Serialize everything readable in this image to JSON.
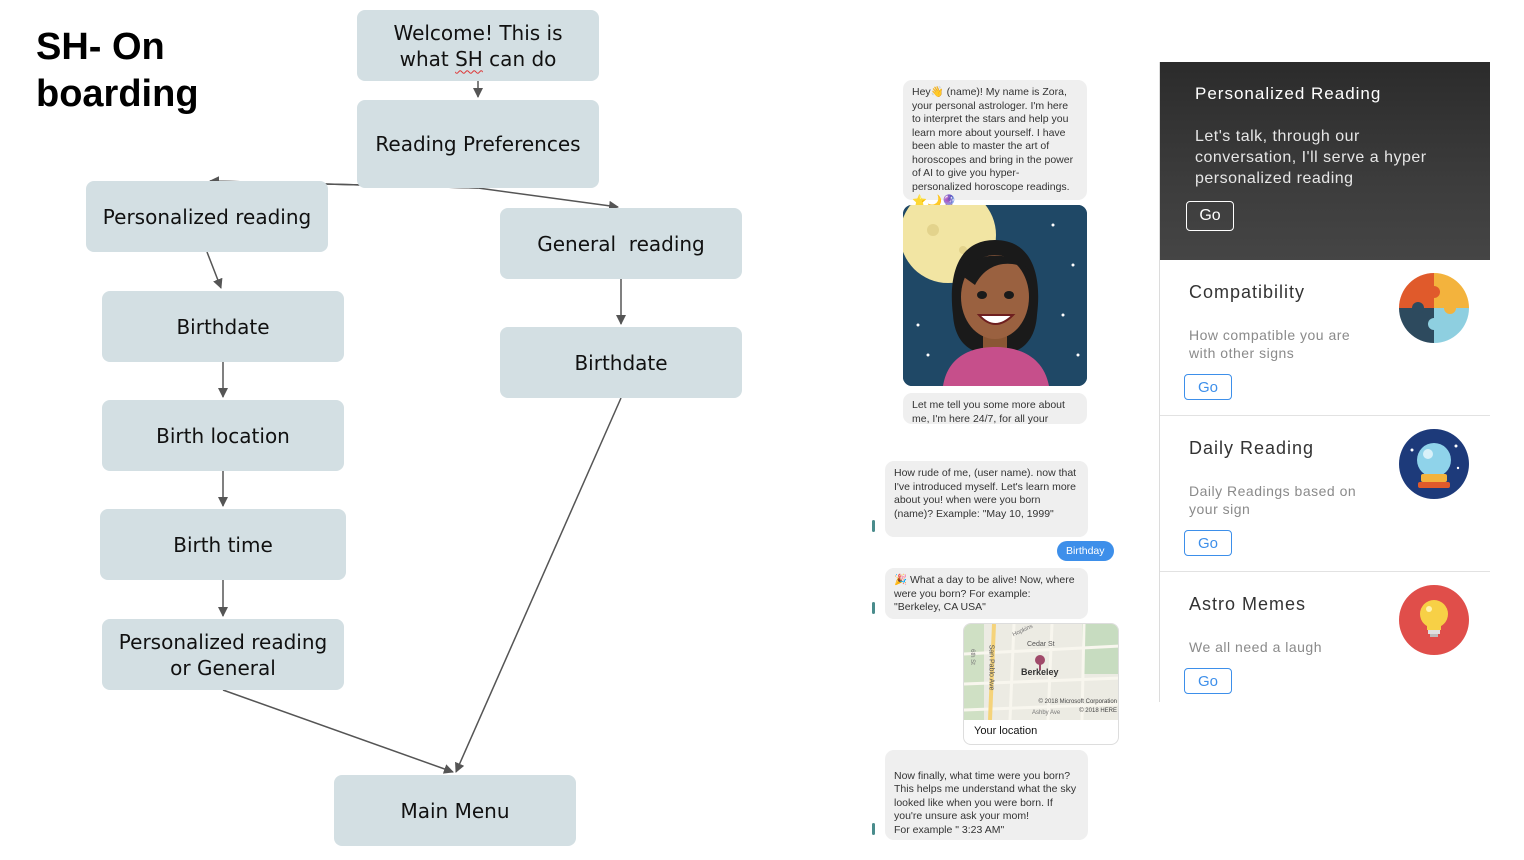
{
  "title": "SH- On\nboarding",
  "flowchart": {
    "nodes": {
      "welcome_a": "Welcome! This is",
      "welcome_b1": "what ",
      "welcome_b2": "SH",
      "welcome_b3": " can do",
      "reading_prefs": "Reading Preferences",
      "personalized_reading": "Personalized reading",
      "general_reading": "General  reading",
      "birthdate_left": "Birthdate",
      "birth_location": "Birth location",
      "birth_time": "Birth time",
      "personalized_or_general": "Personalized reading\nor General",
      "birthdate_right": "Birthdate",
      "main_menu": "Main Menu"
    }
  },
  "chat": {
    "intro": "Hey👋 (name)! My name is Zora, your personal astrologer. I'm here to interpret the stars and help you learn more about yourself. I have been able to master the art of horoscopes and bring in the power of AI to give you hyper-personalized horoscope readings.",
    "intro_emojis": "⭐🌙🔮",
    "more_about": "Let me tell you some more about me, I'm here 24/7, for all your",
    "ask_birthdate": "How rude of me, (user name). now that I've introduced myself. Let's learn more about you! when were you born (name)? Example: \"May 10, 1999\"",
    "user_reply": "Birthday",
    "ask_location": "🎉 What a day to be alive! Now, where were you born? For example: \"Berkeley, CA USA\"",
    "map": {
      "city": "Berkeley",
      "street1": "Cedar St",
      "street2": "San Pablo Ave",
      "street3": "6th St",
      "street4": "Ashby Ave",
      "street5": "Hopkins",
      "copyright1": "© 2018 Microsoft Corporation",
      "copyright2": "© 2018 HERE",
      "caption": "Your location"
    },
    "ask_time": "Now finally, what time were you born? This helps me understand what the sky looked like when you were born. If you're unsure ask your mom!\nFor example \" 3:23 AM\""
  },
  "menu": {
    "hero": {
      "title": "Personalized Reading",
      "description": "Let's talk, through our conversation, I'll serve a hyper personalized reading",
      "button": "Go"
    },
    "cards": [
      {
        "title": "Compatibility",
        "description": "How compatible you are with other signs",
        "button": "Go",
        "icon": "puzzle-icon"
      },
      {
        "title": "Daily Reading",
        "description": "Daily Readings based on your sign",
        "button": "Go",
        "icon": "crystal-ball-icon"
      },
      {
        "title": "Astro Memes",
        "description": "We all need a laugh",
        "button": "Go",
        "icon": "lightbulb-icon"
      }
    ],
    "colors": {
      "accent": "#3d8fea",
      "node": "#d3dfe3"
    }
  }
}
